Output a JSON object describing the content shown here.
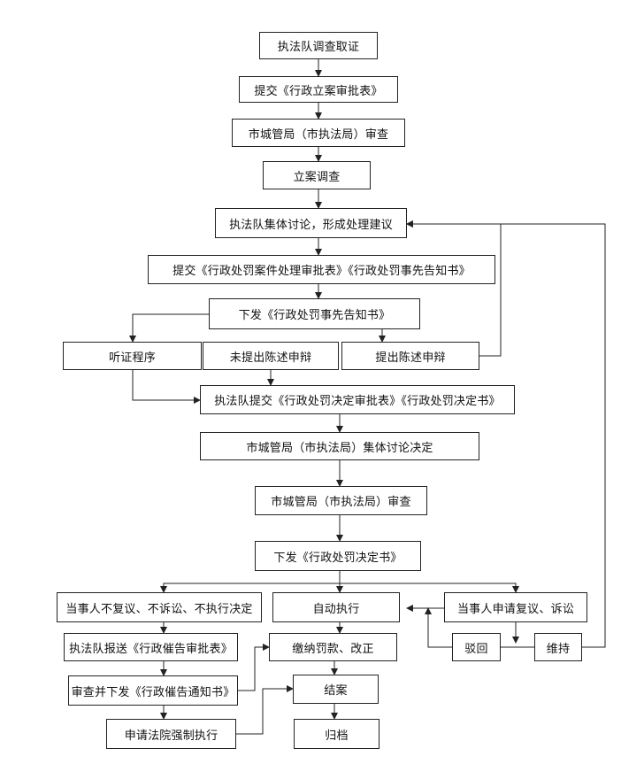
{
  "nodes": {
    "n01": "执法队调查取证",
    "n02": "提交《行政立案审批表》",
    "n03": "市城管局（市执法局）审查",
    "n04": "立案调查",
    "n05": "执法队集体讨论，形成处理建议",
    "n06": "提交《行政处罚案件处理审批表》《行政处罚事先告知书》",
    "n07": "下发《行政处罚事先告知书》",
    "n08": "听证程序",
    "n09": "未提出陈述申辩",
    "n10": "提出陈述申辩",
    "n11": "执法队提交《行政处罚决定审批表》《行政处罚决定书》",
    "n12": "市城管局（市执法局）集体讨论决定",
    "n13": "市城管局（市执法局）审查",
    "n14": "下发《行政处罚决定书》",
    "n15": "当事人不复议、不诉讼、不执行决定",
    "n16": "自动执行",
    "n17": "当事人申请复议、诉讼",
    "n18": "执法队报送《行政催告审批表》",
    "n19": "缴纳罚款、改正",
    "n20": "驳回",
    "n21": "维持",
    "n22": "审查并下发《行政催告通知书》",
    "n23": "结案",
    "n24": "申请法院强制执行",
    "n25": "归档"
  }
}
